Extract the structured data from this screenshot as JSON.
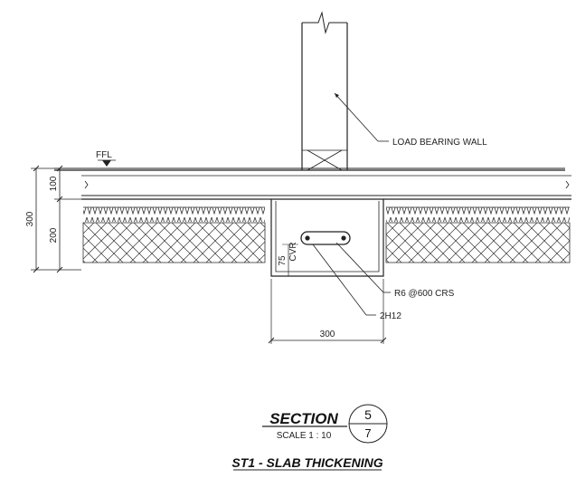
{
  "labels": {
    "ffl": "FFL",
    "load_bearing_wall": "LOAD BEARING WALL",
    "stirrup": "R6 @600 CRS",
    "bars": "2H12",
    "cover": "CVR"
  },
  "dimensions": {
    "total_depth": "300",
    "slab_depth": "100",
    "insulation_depth": "200",
    "cover": "75",
    "thickening_width": "300"
  },
  "title_block": {
    "title": "SECTION",
    "scale": "SCALE 1 : 10",
    "section_number": "5",
    "sheet_number": "7",
    "subtitle": "ST1 - SLAB THICKENING"
  }
}
